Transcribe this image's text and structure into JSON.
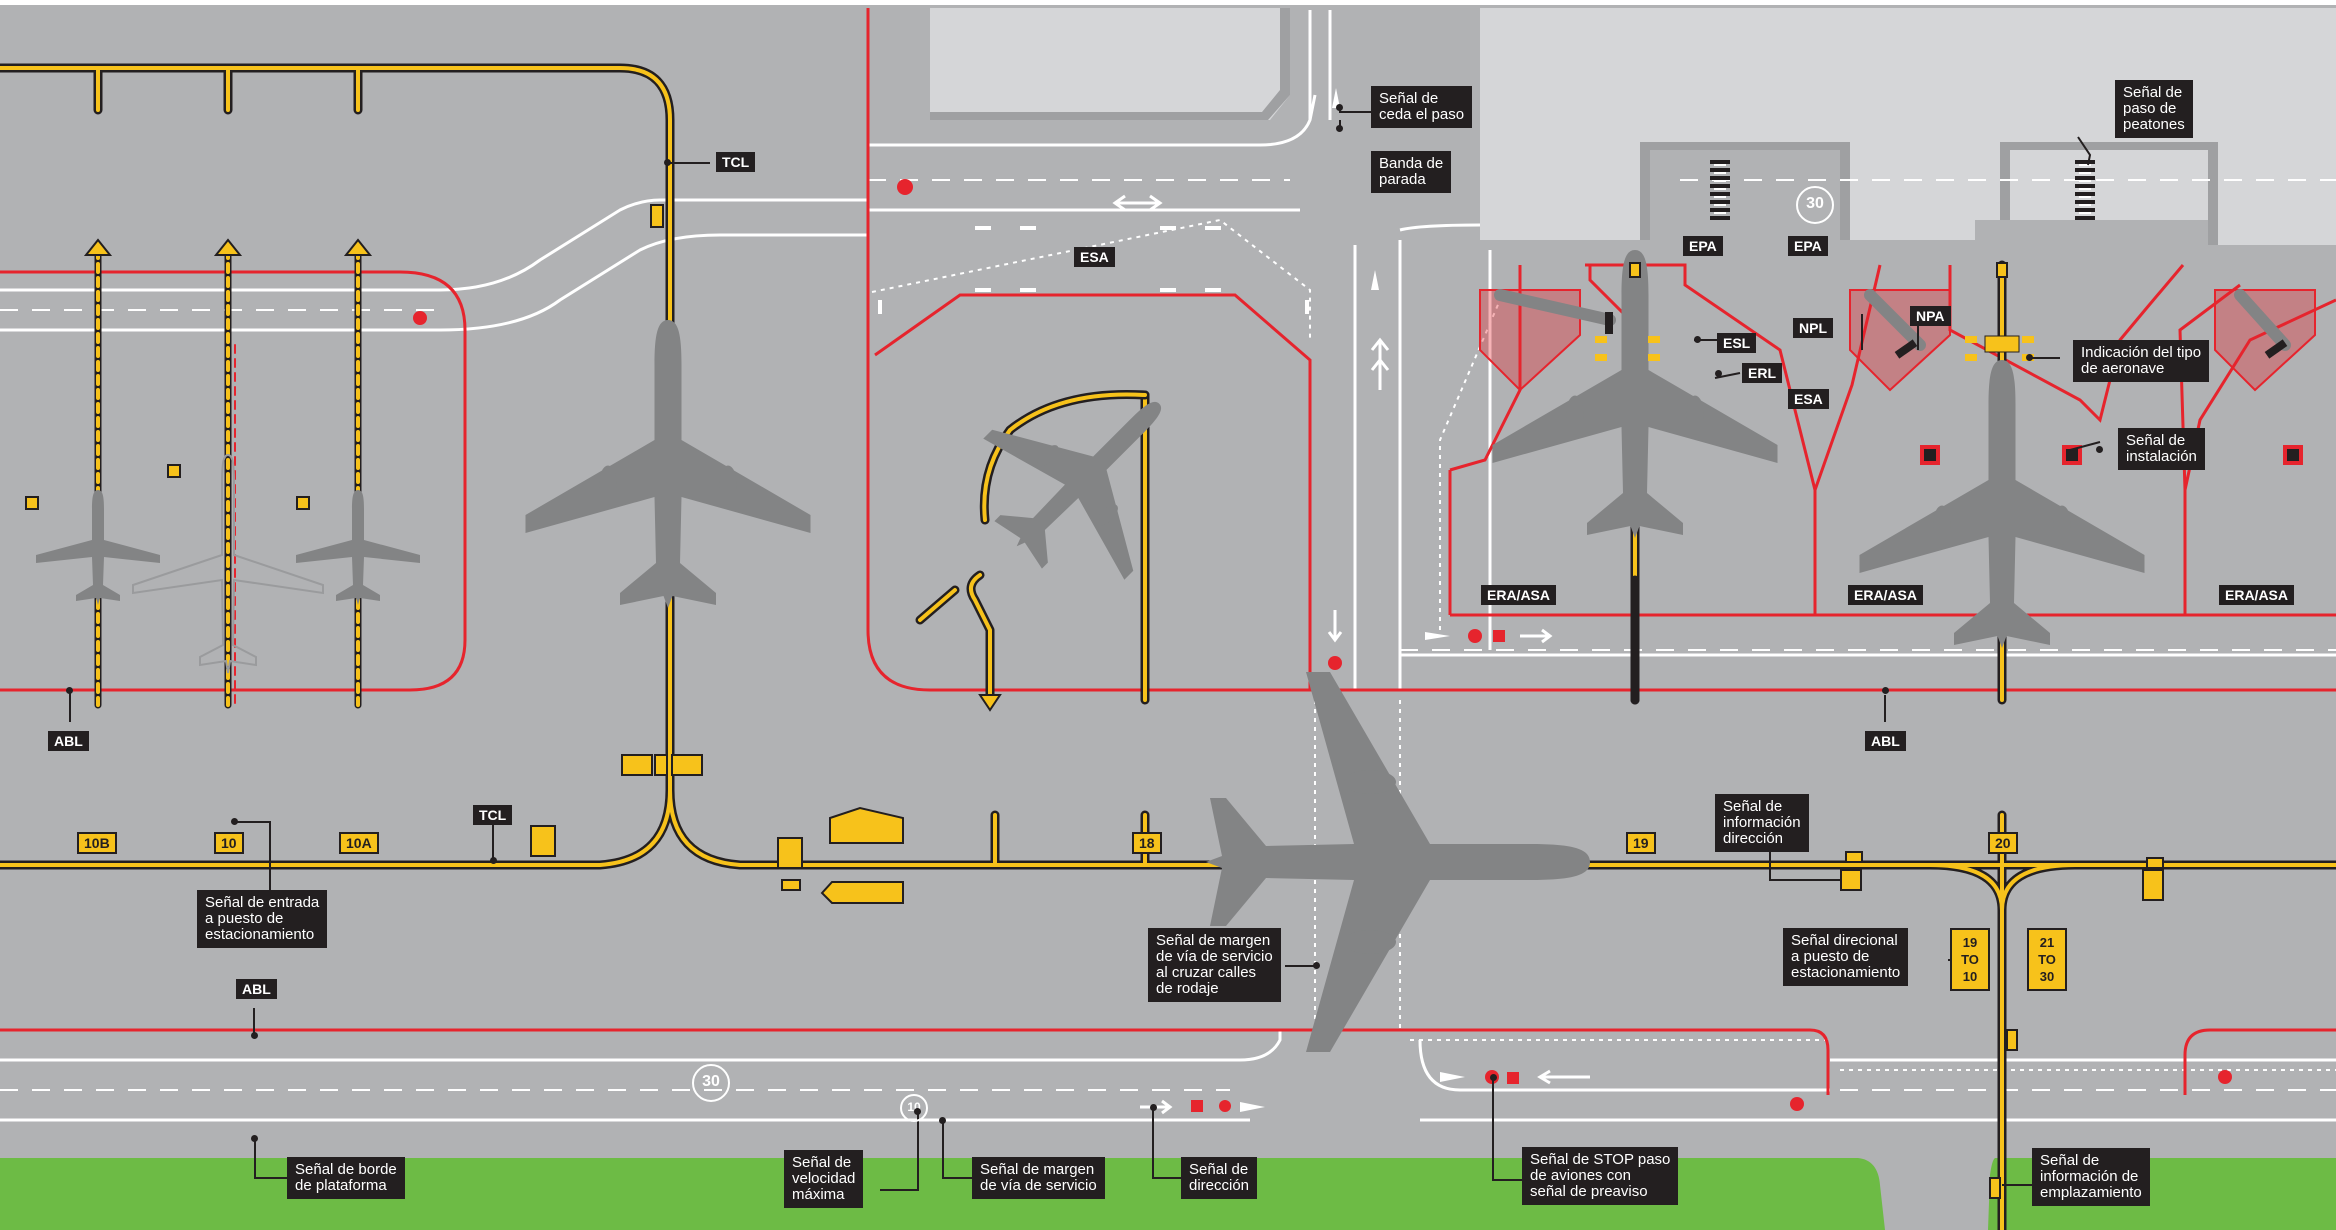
{
  "labels": {
    "ceda_el_paso": "Señal de\nceda el paso",
    "banda_de_parada": "Banda de\nparada",
    "paso_peatones": "Señal de\npaso de\npeatones",
    "tipo_aeronave": "Indicación del tipo\nde aeronave",
    "instalacion": "Señal de\ninstalación",
    "informacion_direccion": "Señal de\ninformación\ndirección",
    "entrada_puesto": "Señal de entrada\na puesto de\nestacionamiento",
    "margen_cruzar": "Señal de margen\nde vía de servicio\nal cruzar calles\nde rodaje",
    "direccional_puesto": "Señal direcional\na puesto de\nestacionamiento",
    "borde_plataforma": "Señal de borde\nde plataforma",
    "velocidad_maxima": "Señal de\nvelocidad\nmáxima",
    "margen_via": "Señal de margen\nde vía de servicio",
    "direccion": "Señal de\ndirección",
    "stop_paso": "Señal de STOP paso\nde aviones con\nseñal de preaviso",
    "informacion_emplazamiento": "Señal de\ninformación de\nemplazamiento"
  },
  "tags": {
    "tcl_top": "TCL",
    "tcl_bottom": "TCL",
    "esa_center": "ESA",
    "esa_right": "ESA",
    "epa_1": "EPA",
    "epa_2": "EPA",
    "esl": "ESL",
    "erl": "ERL",
    "npl": "NPL",
    "npa": "NPA",
    "abl_left": "ABL",
    "abl_right": "ABL",
    "abl_bottom": "ABL",
    "era_asa_1": "ERA/ASA",
    "era_asa_2": "ERA/ASA",
    "era_asa_3": "ERA/ASA"
  },
  "stand_signs": {
    "s10b": "10B",
    "s10": "10",
    "s10a": "10A",
    "s18": "18",
    "s19": "19",
    "s20": "20",
    "dir_19": "19\nTO\n10",
    "dir_21": "21\nTO\n30"
  },
  "speed_marks": {
    "m30_left": "30",
    "m30_top": "30",
    "m10": "10"
  },
  "colors": {
    "apron": "#b1b2b4",
    "building": "#d5d6d8",
    "grass": "#6dbb45",
    "taxi_yellow": "#f7c21b",
    "edge_red": "#e6242d",
    "aircraft": "#838485",
    "label_bg": "#231f20"
  }
}
